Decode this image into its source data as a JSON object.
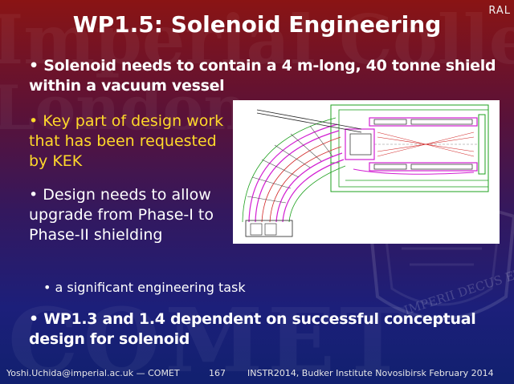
{
  "header": {
    "ral": "RAL"
  },
  "slide": {
    "title": "WP1.5: Solenoid Engineering",
    "bullet_symbol": "•",
    "bullets": [
      {
        "text": "Solenoid needs to contain a 4 m-long, 40 tonne shield within a vacuum vessel"
      },
      {
        "text": "Key part of design work that has been requested by KEK"
      },
      {
        "text": "Design needs to allow upgrade from Phase-I to Phase-II shielding"
      },
      {
        "text": "a significant engineering task"
      },
      {
        "text": "WP1.3 and 1.4 dependent on successful conceptual design for solenoid"
      }
    ]
  },
  "background": {
    "watermark_line1": "Imperial College",
    "watermark_line2": "London",
    "watermark_line3": "COMET",
    "crest_motto": "IMPERII DECUS ET"
  },
  "footer": {
    "author": "Yoshi.Uchida@imperial.ac.uk — COMET",
    "page": "167",
    "event": "INSTR2014, Budker Institute Novosibirsk February 2014"
  },
  "colors": {
    "highlight": "#ffd92a",
    "text": "#ffffff",
    "figure_magenta": "#d21ed2",
    "figure_green": "#1ea01e",
    "figure_red": "#d22828"
  },
  "figure": {
    "description_icon": "solenoid-cad-drawing"
  }
}
